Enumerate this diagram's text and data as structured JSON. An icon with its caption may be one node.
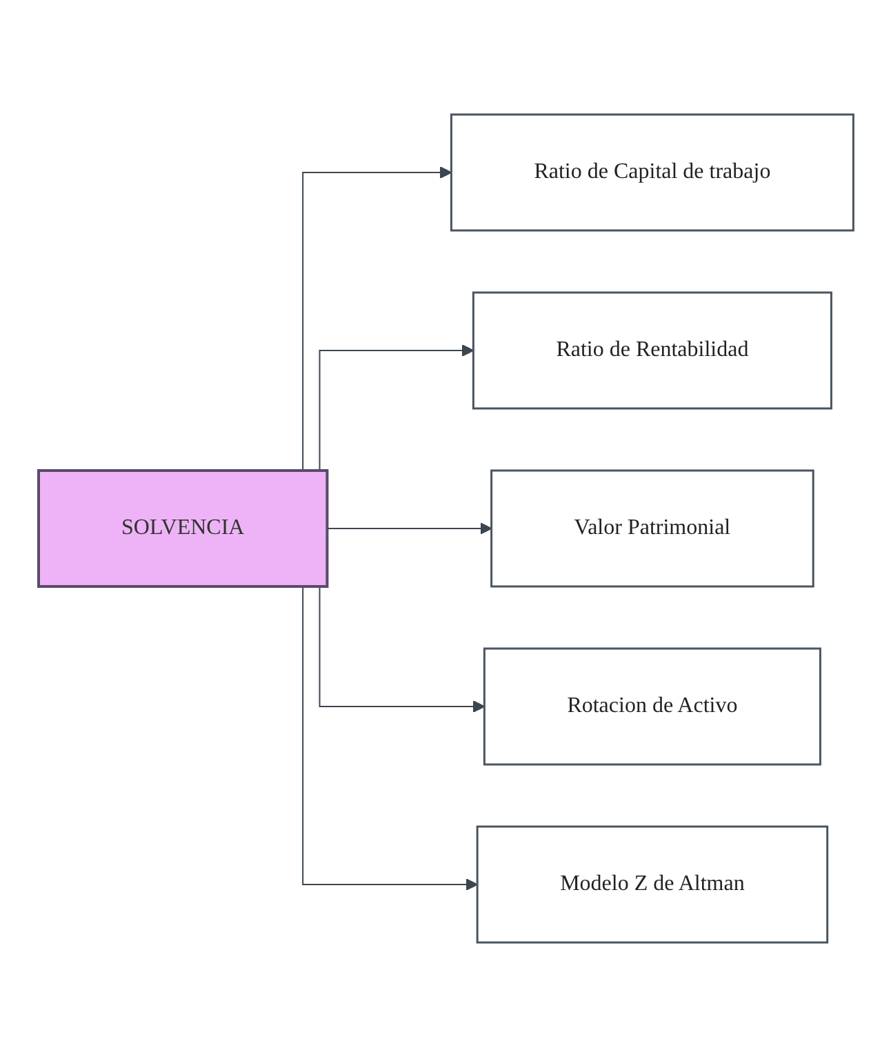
{
  "diagram": {
    "nodes": [
      {
        "text": [
          "SOLVENCIA"
        ]
      },
      {
        "text": [
          "Ratio de Capital de trabajo"
        ]
      },
      {
        "text": [
          "Ratio de Rentabilidad"
        ]
      },
      {
        "text": [
          "Valor Patrimonial"
        ]
      },
      {
        "text": [
          "Rotacion de Activo"
        ]
      },
      {
        "text": [
          "Modelo Z de Altman"
        ]
      }
    ],
    "edges": [
      {
        "from": 0,
        "to": 1,
        "arrow": "to"
      },
      {
        "from": 0,
        "to": 2,
        "arrow": "to"
      },
      {
        "from": 0,
        "to": 3,
        "arrow": "to"
      },
      {
        "from": 0,
        "to": 4,
        "arrow": "to"
      },
      {
        "from": 0,
        "to": 5,
        "arrow": "to"
      }
    ]
  }
}
